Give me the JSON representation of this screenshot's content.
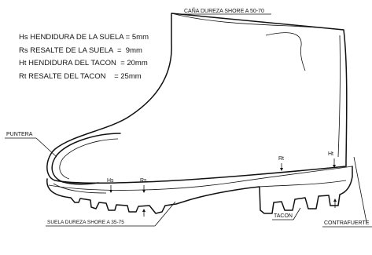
{
  "specs": [
    "Hs HENDIDURA DE LA SUELA = 5mm",
    "Rs RESALTE DE LA SUELA  =  9mm",
    "Ht HENDIDURA DEL TACON  = 20mm",
    "Rt RESALTE DEL TACON    = 25mm"
  ],
  "callouts": {
    "cana": "CAÑA DUREZA SHORE A 50-70",
    "puntera": "PUNTERA",
    "suela": "SUELA DUREZA SHORE A 35-75",
    "tacon": "TACON",
    "contrafuerte": "CONTRAFUERTE"
  },
  "markers": {
    "hs": "Hs",
    "rs": "Rs",
    "rt": "Rt",
    "ht": "Ht"
  }
}
